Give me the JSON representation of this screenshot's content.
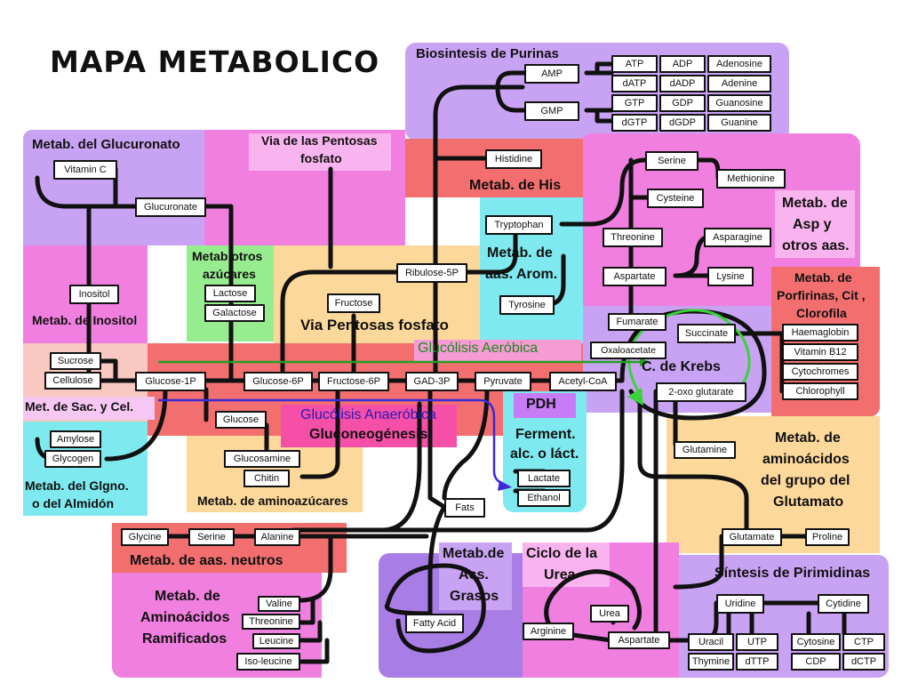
{
  "title": "MAPA METABOLICO",
  "colors": {
    "purple": "#c9a3f3",
    "magenta": "#f07fe0",
    "pink_light": "#f9b4ef",
    "salmon": "#f36f6f",
    "orange_light": "#fcd89a",
    "cyan": "#7ee9ef",
    "green_light": "#98ec90",
    "violet_deep": "#a87ee6",
    "krebs_green": "#3bd23b",
    "glyco_green": "#25a025",
    "anaerobic_blue": "#3b28d6",
    "highlight_pink": "#f64fa8",
    "highlight_purple": "#c77cf5"
  },
  "regions": {
    "purinas": "Biosintesis de Purinas",
    "glucuronato": "Metab. del Glucuronato",
    "pentosas_top_1": "Via de las Pentosas",
    "pentosas_top_2": "fosfato",
    "his": "Metab. de His",
    "asp_1": "Metab. de",
    "asp_2": "Asp y",
    "asp_3": "otros aas.",
    "otros_azucares_1": "Metab otros",
    "otros_azucares_2": "azúcares",
    "inositol": "Metab. de Inositol",
    "arom_1": "Metab. de",
    "arom_2": "aas. Arom.",
    "porfirinas_1": "Metab. de",
    "porfirinas_2": "Porfirinas, Cit ,",
    "porfirinas_3": "Clorofila",
    "via_pentosas": "Via Pentosas fosfato",
    "glucolisis_aerobica": "Glucólisis Aeróbica",
    "krebs": "C. de Krebs",
    "sac_cel": "Met. de Sac. y Cel.",
    "glucolisis_anaerobica": "Glucólisis Anaeróbica",
    "gluconeogenesis": "Gluconeogénesis",
    "pdh": "PDH",
    "ferment_1": "Ferment.",
    "ferment_2": "alc. o láct.",
    "glucogeno_1": "Metab. del Glgno.",
    "glucogeno_2": "o del Almidón",
    "aminoazucares": "Metab. de aminoazúcares",
    "glutamato_1": "Metab. de",
    "glutamato_2": "aminoácidos",
    "glutamato_3": "del grupo del",
    "glutamato_4": "Glutamato",
    "neutros": "Metab. de aas. neutros",
    "acs_grasos_1": "Metab.de",
    "acs_grasos_2": "Acs.",
    "acs_grasos_3": "Grasos",
    "urea_1": "Ciclo de la",
    "urea_2": "Urea",
    "pirimidinas": "Síntesis de Pirimidinas",
    "ramificados_1": "Metab. de",
    "ramificados_2": "Aminoácidos",
    "ramificados_3": "Ramificados"
  },
  "nodes": {
    "amp": "AMP",
    "gmp": "GMP",
    "atp": "ATP",
    "adp": "ADP",
    "adenosine": "Adenosine",
    "datp": "dATP",
    "dadp": "dADP",
    "adenine": "Adenine",
    "gtp": "GTP",
    "gdp": "GDP",
    "guanosine": "Guanosine",
    "dgtp": "dGTP",
    "dgdp": "dGDP",
    "guanine": "Guanine",
    "vitamin_c": "Vitamin C",
    "glucuronate": "Glucuronate",
    "histidine": "Histidine",
    "serine_top": "Serine",
    "methionine": "Methionine",
    "cysteine": "Cysteine",
    "tryptophan": "Tryptophan",
    "threonine_top": "Threonine",
    "asparagine": "Asparagine",
    "aspartate_top": "Aspartate",
    "lysine": "Lysine",
    "inositol": "Inositol",
    "lactose": "Lactose",
    "galactose": "Galactose",
    "ribulose": "Ribulose-5P",
    "fructose": "Fructose",
    "tyrosine": "Tyrosine",
    "fumarate": "Fumarate",
    "succinate": "Succinate",
    "oxaloacetate": "Oxaloacetate",
    "haemaglobin": "Haemaglobin",
    "vitamin_b12": "Vitamin B12",
    "cytochromes": "Cytochromes",
    "chlorophyll": "Chlorophyll",
    "sucrose": "Sucrose",
    "cellulose": "Cellulose",
    "glucose_1p": "Glucose-1P",
    "glucose_6p": "Glucose-6P",
    "fructose_6p": "Fructose-6P",
    "gad_3p": "GAD-3P",
    "pyruvate": "Pyruvate",
    "acetyl_coa": "Acetyl-CoA",
    "oxoglutarate": "2-oxo glutarate",
    "glucose": "Glucose",
    "amylose": "Amylose",
    "glycogen": "Glycogen",
    "glucosamine": "Glucosamine",
    "chitin": "Chitin",
    "lactate": "Lactate",
    "ethanol": "Ethanol",
    "glutamine": "Glutamine",
    "fats": "Fats",
    "glycine": "Glycine",
    "serine_bottom": "Serine",
    "alanine": "Alanine",
    "glutamate": "Glutamate",
    "proline": "Proline",
    "valine": "Valine",
    "threonine_bottom": "Threonine",
    "leucine": "Leucine",
    "isoleucine": "Iso-leucine",
    "fatty_acid": "Fatty Acid",
    "urea": "Urea",
    "arginine": "Arginine",
    "aspartate_bottom": "Aspartate",
    "uridine": "Uridine",
    "cytidine": "Cytidine",
    "uracil": "Uracil",
    "utp": "UTP",
    "cytosine": "Cytosine",
    "ctp": "CTP",
    "thymine": "Thymine",
    "dttp": "dTTP",
    "cdp": "CDP",
    "dctp": "dCTP"
  }
}
